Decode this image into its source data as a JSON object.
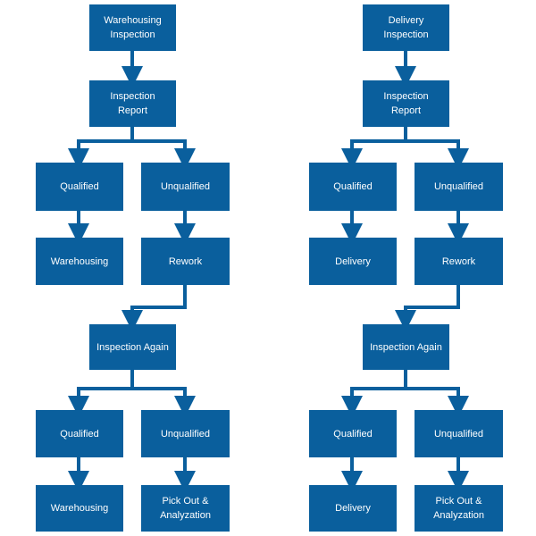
{
  "colors": {
    "box": "#0a5f9d",
    "connector": "#0a5f9d",
    "text": "#ffffff"
  },
  "flows": [
    {
      "start": "Warehousing\nInspection",
      "report": "Inspection\nReport",
      "qualified_1": "Qualified",
      "unqualified_1": "Unqualified",
      "outcome_1": "Warehousing",
      "rework": "Rework",
      "again": "Inspection Again",
      "qualified_2": "Qualified",
      "unqualified_2": "Unqualified",
      "outcome_2": "Warehousing",
      "pick_out": "Pick Out &\nAnalyzation"
    },
    {
      "start": "Delivery\nInspection",
      "report": "Inspection\nReport",
      "qualified_1": "Qualified",
      "unqualified_1": "Unqualified",
      "outcome_1": "Delivery",
      "rework": "Rework",
      "again": "Inspection Again",
      "qualified_2": "Qualified",
      "unqualified_2": "Unqualified",
      "outcome_2": "Delivery",
      "pick_out": "Pick Out &\nAnalyzation"
    }
  ]
}
